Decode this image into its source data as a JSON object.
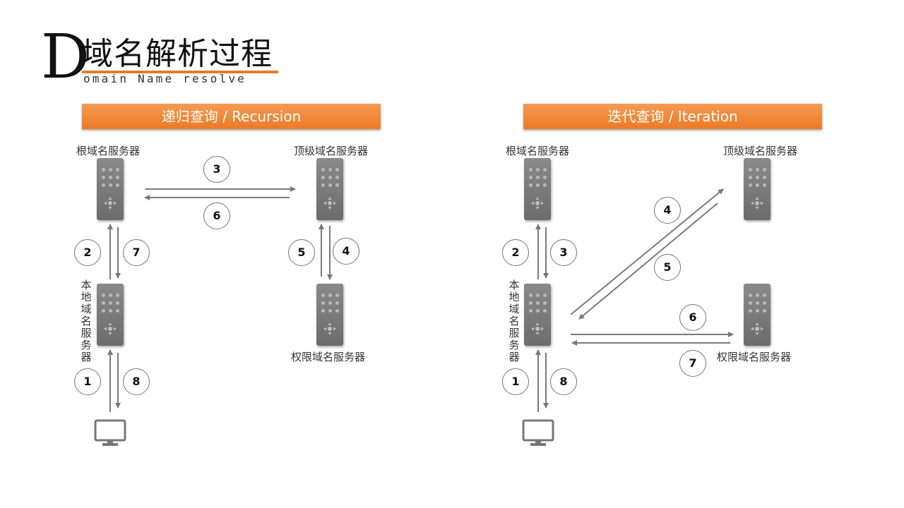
{
  "header": {
    "letter": "D",
    "title": "域名解析过程",
    "subtitle": "omain Name resolve",
    "accent_color": "#e8792b"
  },
  "recursion": {
    "heading": "递归查询 / Recursion",
    "root_label": "根域名服务器",
    "tld_label": "顶级域名服务器",
    "auth_label": "权限域名服务器",
    "local_label": "本地域名服务器",
    "steps": [
      "1",
      "2",
      "3",
      "4",
      "5",
      "6",
      "7",
      "8"
    ]
  },
  "iteration": {
    "heading": "迭代查询 / Iteration",
    "root_label": "根域名服务器",
    "tld_label": "顶级域名服务器",
    "auth_label": "权限域名服务器",
    "local_label": "本地域名服务器",
    "steps": [
      "1",
      "2",
      "3",
      "4",
      "5",
      "6",
      "7",
      "8"
    ]
  },
  "icons": {
    "server": "server-icon",
    "computer": "monitor-icon"
  }
}
